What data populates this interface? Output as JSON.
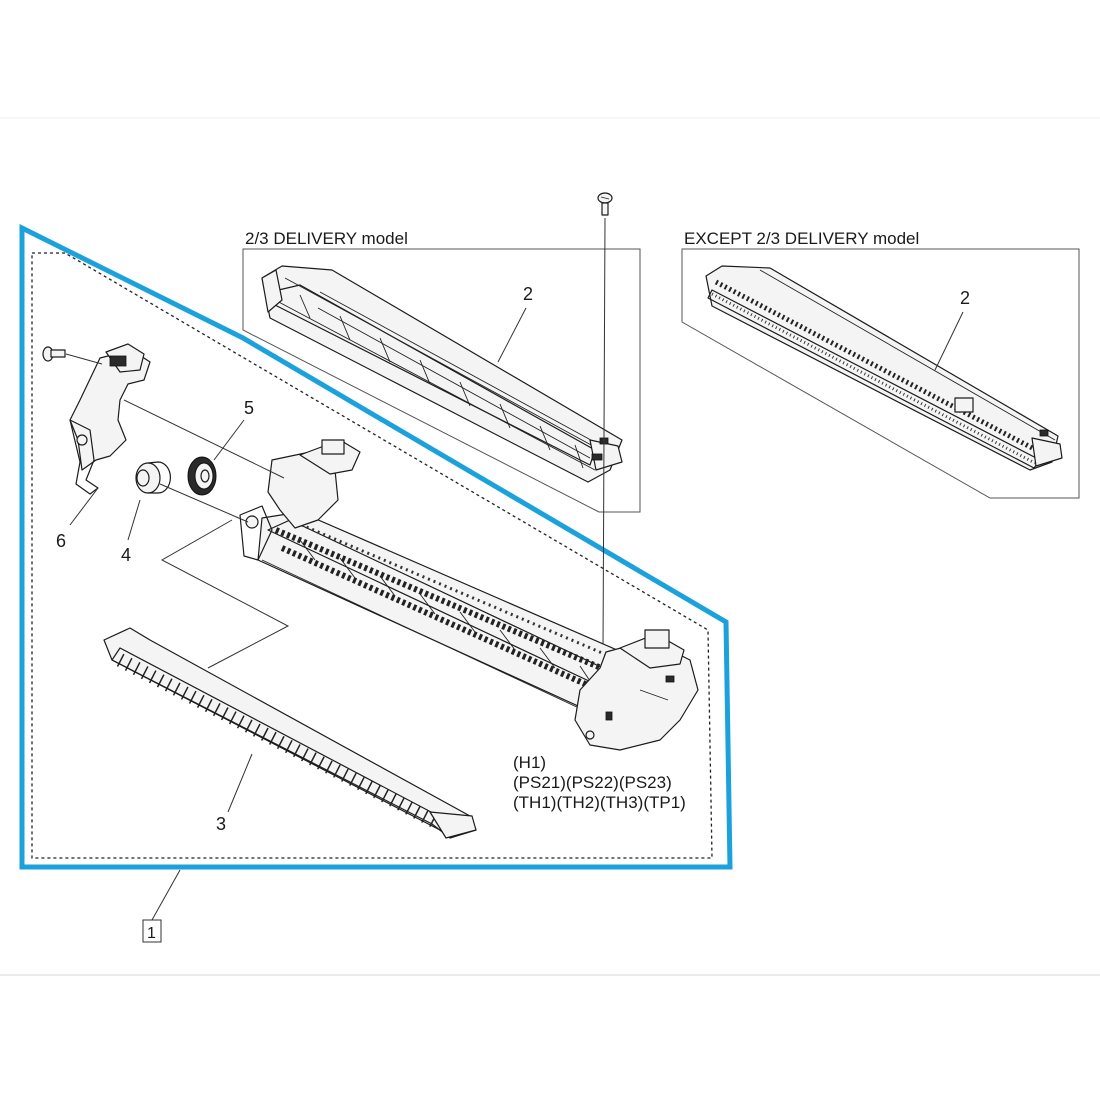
{
  "panel_left": {
    "title": "2/3 DELIVERY model",
    "callout": "2"
  },
  "panel_right": {
    "title": "EXCEPT 2/3 DELIVERY model",
    "callout": "2"
  },
  "callouts": {
    "c1": "1",
    "c3": "3",
    "c4": "4",
    "c5": "5",
    "c6": "6"
  },
  "signal_labels": {
    "line1": "(H1)",
    "line2": "(PS21)(PS22)(PS23)",
    "line3": "(TH1)(TH2)(TH3)(TP1)"
  },
  "colors": {
    "highlight_border": "#1ba1dc",
    "line": "#1c1c1c"
  }
}
